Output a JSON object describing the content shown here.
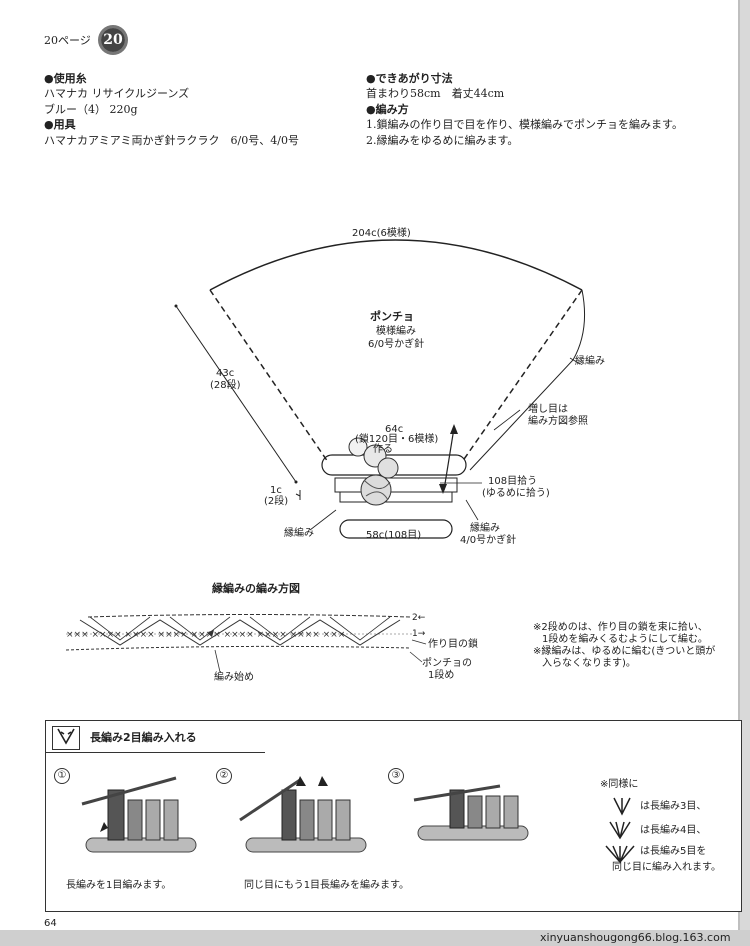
{
  "header": {
    "page_label": "20ページ",
    "page_badge": "20"
  },
  "materials": {
    "yarn_heading": "●使用糸",
    "yarn_name": "ハマナカ リサイクルジーンズ",
    "yarn_color": "ブルー（4） 220g",
    "tools_heading": "●用具",
    "tools_text": "ハマナカアミアミ両かぎ針ラクラク　6/0号、4/0号"
  },
  "finished": {
    "heading": "●できあがり寸法",
    "text": "首まわり58cm　着丈44cm"
  },
  "method": {
    "heading": "●編み方",
    "steps": [
      "1.鎖編みの作り目で目を作り、模様編みでポンチョを編みます。",
      "2.縁編みをゆるめに編みます。"
    ]
  },
  "diagram": {
    "top_width": "204c(6模様)",
    "title": "ポンチョ",
    "subtitle1": "模様編み",
    "subtitle2": "6/0号かぎ針",
    "side_length": "43c",
    "side_rows": "(28段)",
    "right_edge": "縁編み",
    "increase_note1": "増し目は",
    "increase_note2": "編み方図参照",
    "inner_width": "64c",
    "inner_rows": "(鎖120目・6模様)",
    "inner_make": "作る",
    "pickup1": "108目拾う",
    "pickup2": "(ゆるめに拾う)",
    "edge_height": "1c",
    "edge_rows": "(2段)",
    "left_edge": "縁編み",
    "neck": "58c(108目)",
    "edge_label": "縁編み",
    "edge_hook": "4/0号かぎ針"
  },
  "edging": {
    "title": "縁編みの編み方図",
    "row2": "2←",
    "row1": "1→",
    "foundation": "作り目の鎖",
    "poncho_row1": "ポンチョの",
    "poncho_row2": "1段め",
    "start": "編み始め",
    "note1": "※2段めのは、作り目の鎖を束に拾い、",
    "note2": "1段めを編みくるむようにして編む。",
    "note3": "※縁編みは、ゆるめに編む(きついと頭が",
    "note4": "入らなくなります)。"
  },
  "technique": {
    "title": "長編み2目編み入れる",
    "step1_num": "①",
    "step2_num": "②",
    "step3_num": "③",
    "caption1": "長編みを1目編みます。",
    "caption2": "同じ目にもう1目長編みを編みます。",
    "same_heading": "※同様に",
    "same3": "は長編み3目、",
    "same4": "は長編み4目、",
    "same5a": "は長編み5目を",
    "same5b": "同じ目に編み入れます。"
  },
  "footer": {
    "page_number": "64",
    "url": "xinyuanshougong66.blog.163.com"
  }
}
